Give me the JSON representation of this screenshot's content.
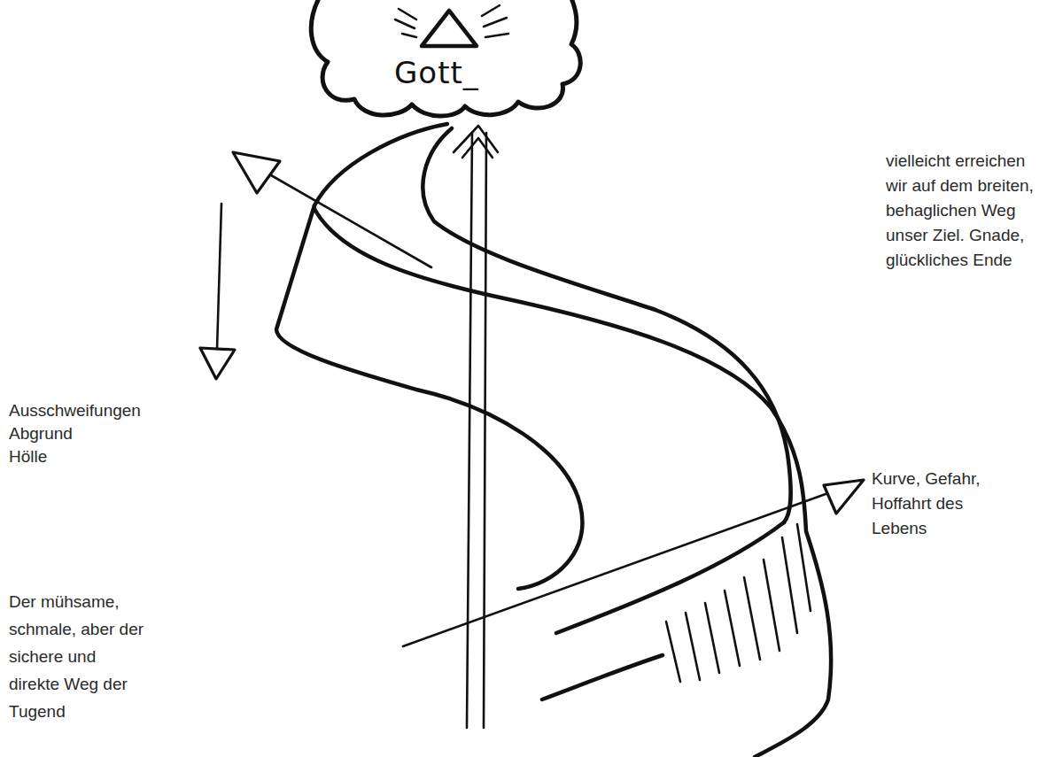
{
  "diagram": {
    "nodes": [
      {
        "text": [
          "Gott_"
        ]
      }
    ],
    "labels": [
      "vielleicht erreichen wir auf dem breiten, behaglichen Weg unser Ziel. Gnade, glückliches Ende",
      "Ausschweifungen",
      "Abgrund",
      "Hölle",
      "Kurve, Gefahr, Hoffahrt des Lebens",
      "Der mühsame, schmale, aber der sichere und direkte Weg der Tugend"
    ]
  }
}
